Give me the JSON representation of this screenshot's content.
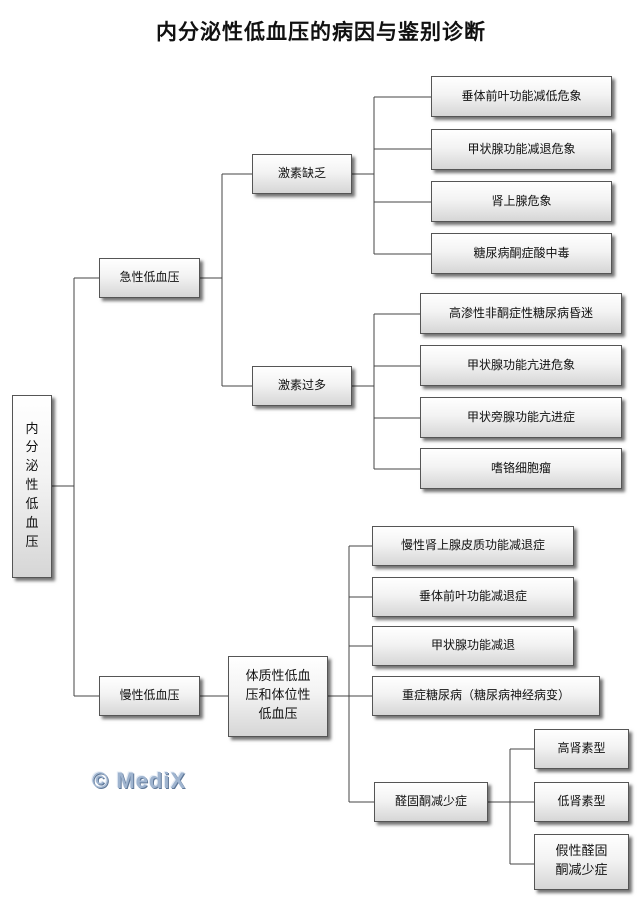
{
  "title": "内分泌性低血压的病因与鉴别诊断",
  "root": "内分泌性低血压",
  "acute": {
    "label": "急性低血压",
    "deficiency": {
      "label": "激素缺乏",
      "items": [
        "垂体前叶功能减低危象",
        "甲状腺功能减退危象",
        "肾上腺危象",
        "糖尿病酮症酸中毒"
      ]
    },
    "excess": {
      "label": "激素过多",
      "items": [
        "高渗性非酮症性糖尿病昏迷",
        "甲状腺功能亢进危象",
        "甲状旁腺功能亢进症",
        "嗜铬细胞瘤"
      ]
    }
  },
  "chronic": {
    "label": "慢性低血压",
    "mid": "体质性低血压和体位性低血压",
    "items": [
      "慢性肾上腺皮质功能减退症",
      "垂体前叶功能减退症",
      "甲状腺功能减退",
      "重症糖尿病（糖尿病神经病变）",
      "醛固酮减少症"
    ],
    "aldo_sub": [
      "高肾素型",
      "低肾素型",
      "假性醛固酮减少症"
    ]
  },
  "watermark": "© MediX"
}
